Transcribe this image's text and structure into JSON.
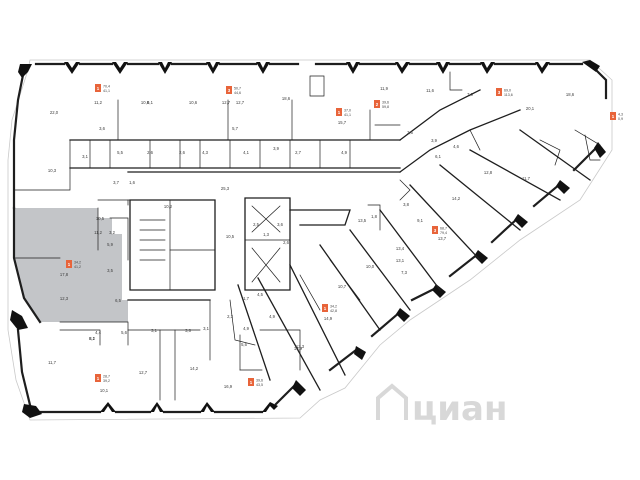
{
  "colors": {
    "accent": "#e8643a",
    "highlight_unit": "#c3c5c8",
    "wall": "#1e1e1e",
    "watermark": "#d4d4d4"
  },
  "watermark": "циан",
  "watermark_icon": "cian-house-icon",
  "badges": [
    {
      "num": "1",
      "l1": "70,4",
      "l2": "41,1"
    },
    {
      "num": "3",
      "l1": "50,7",
      "l2": "44,6"
    },
    {
      "num": "1",
      "l1": "37,0",
      "l2": "41,1"
    },
    {
      "num": "3",
      "l1": "69,0",
      "l2": "113,6"
    },
    {
      "num": "1",
      "l1": "34,2",
      "l2": "41,2"
    },
    {
      "num": "1",
      "l1": "28,7",
      "l2": "39,2"
    },
    {
      "num": "1",
      "l1": "34,2",
      "l2": "42,8"
    },
    {
      "num": "3",
      "l1": "68,7",
      "l2": "79,4"
    },
    {
      "num": "1",
      "l1": "39,6",
      "l2": "43,5"
    },
    {
      "num": "2",
      "l1": "39,6",
      "l2": "59,8"
    },
    {
      "num": "1",
      "l1": "4,3",
      "l2": "0,9"
    }
  ],
  "labels": [
    "11,2",
    "10,8",
    "10,6",
    "12,7",
    "18,6",
    "15,7",
    "11,9",
    "11,6",
    "7,9",
    "20,1",
    "18,6",
    "22,0",
    "3,6",
    "3,1",
    "5,5",
    "2,6",
    "2,6",
    "4,3",
    "4,1",
    "3,9",
    "2,7",
    "4,9",
    "5,7",
    "3,6",
    "3,9",
    "4,6",
    "6,1",
    "12,8",
    "11,7",
    "14,2",
    "13,7",
    "10,7",
    "10,0",
    "7,3",
    "3,8",
    "25,3",
    "1,6",
    "3,7",
    "10,3",
    "11,2",
    "10,5",
    "3,2",
    "5,9",
    "3,5",
    "6,5",
    "17,8",
    "12,3",
    "4,4",
    "5,6",
    "8,2",
    "10,2",
    "13,1",
    "13,4",
    "14,9",
    "10,5",
    "13,3",
    "12,7",
    "6,1",
    "3,6",
    "2,6",
    "2,5",
    "1,3",
    "3,1",
    "3,6",
    "4,5",
    "4,9",
    "5,6",
    "8,1",
    "11,7",
    "10,1",
    "12,7",
    "14,2",
    "16,9",
    "15,9",
    "9,1",
    "13,5",
    "1,8",
    "1,7",
    "2,3",
    "4,9",
    "3,1"
  ]
}
